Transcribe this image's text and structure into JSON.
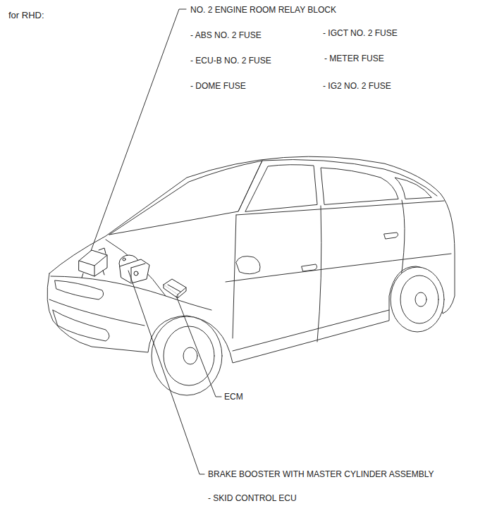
{
  "diagram": {
    "title": "for RHD:",
    "labels": [
      "NO. 2 ENGINE ROOM RELAY BLOCK",
      "- ABS NO. 2 FUSE",
      "- IGCT NO. 2 FUSE",
      "- ECU-B NO. 2 FUSE",
      "- METER FUSE",
      "- DOME FUSE",
      "- IG2 NO. 2 FUSE",
      "ECM",
      "BRAKE BOOSTER WITH MASTER CYLINDER ASSEMBLY",
      "- SKID CONTROL ECU"
    ]
  }
}
